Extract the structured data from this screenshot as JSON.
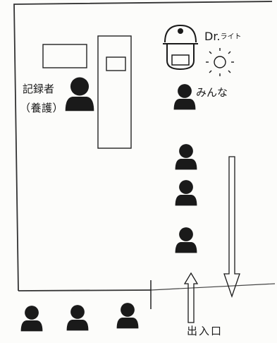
{
  "labels": {
    "recorder": "記録者",
    "recorder_sub": "（養護）",
    "everyone": "みんな",
    "doctor_main": "Dr.",
    "doctor_sub": "ライト",
    "entrance": "出入口"
  },
  "icons": {
    "person": "person-silhouette-icon",
    "doctor": "doctor-face-icon",
    "light": "sun-light-icon",
    "arrow_in": "arrow-up-outline-icon",
    "arrow_out": "arrow-down-outline-icon"
  },
  "colors": {
    "ink": "#1a1a1a",
    "paper": "#fcfcfa"
  }
}
